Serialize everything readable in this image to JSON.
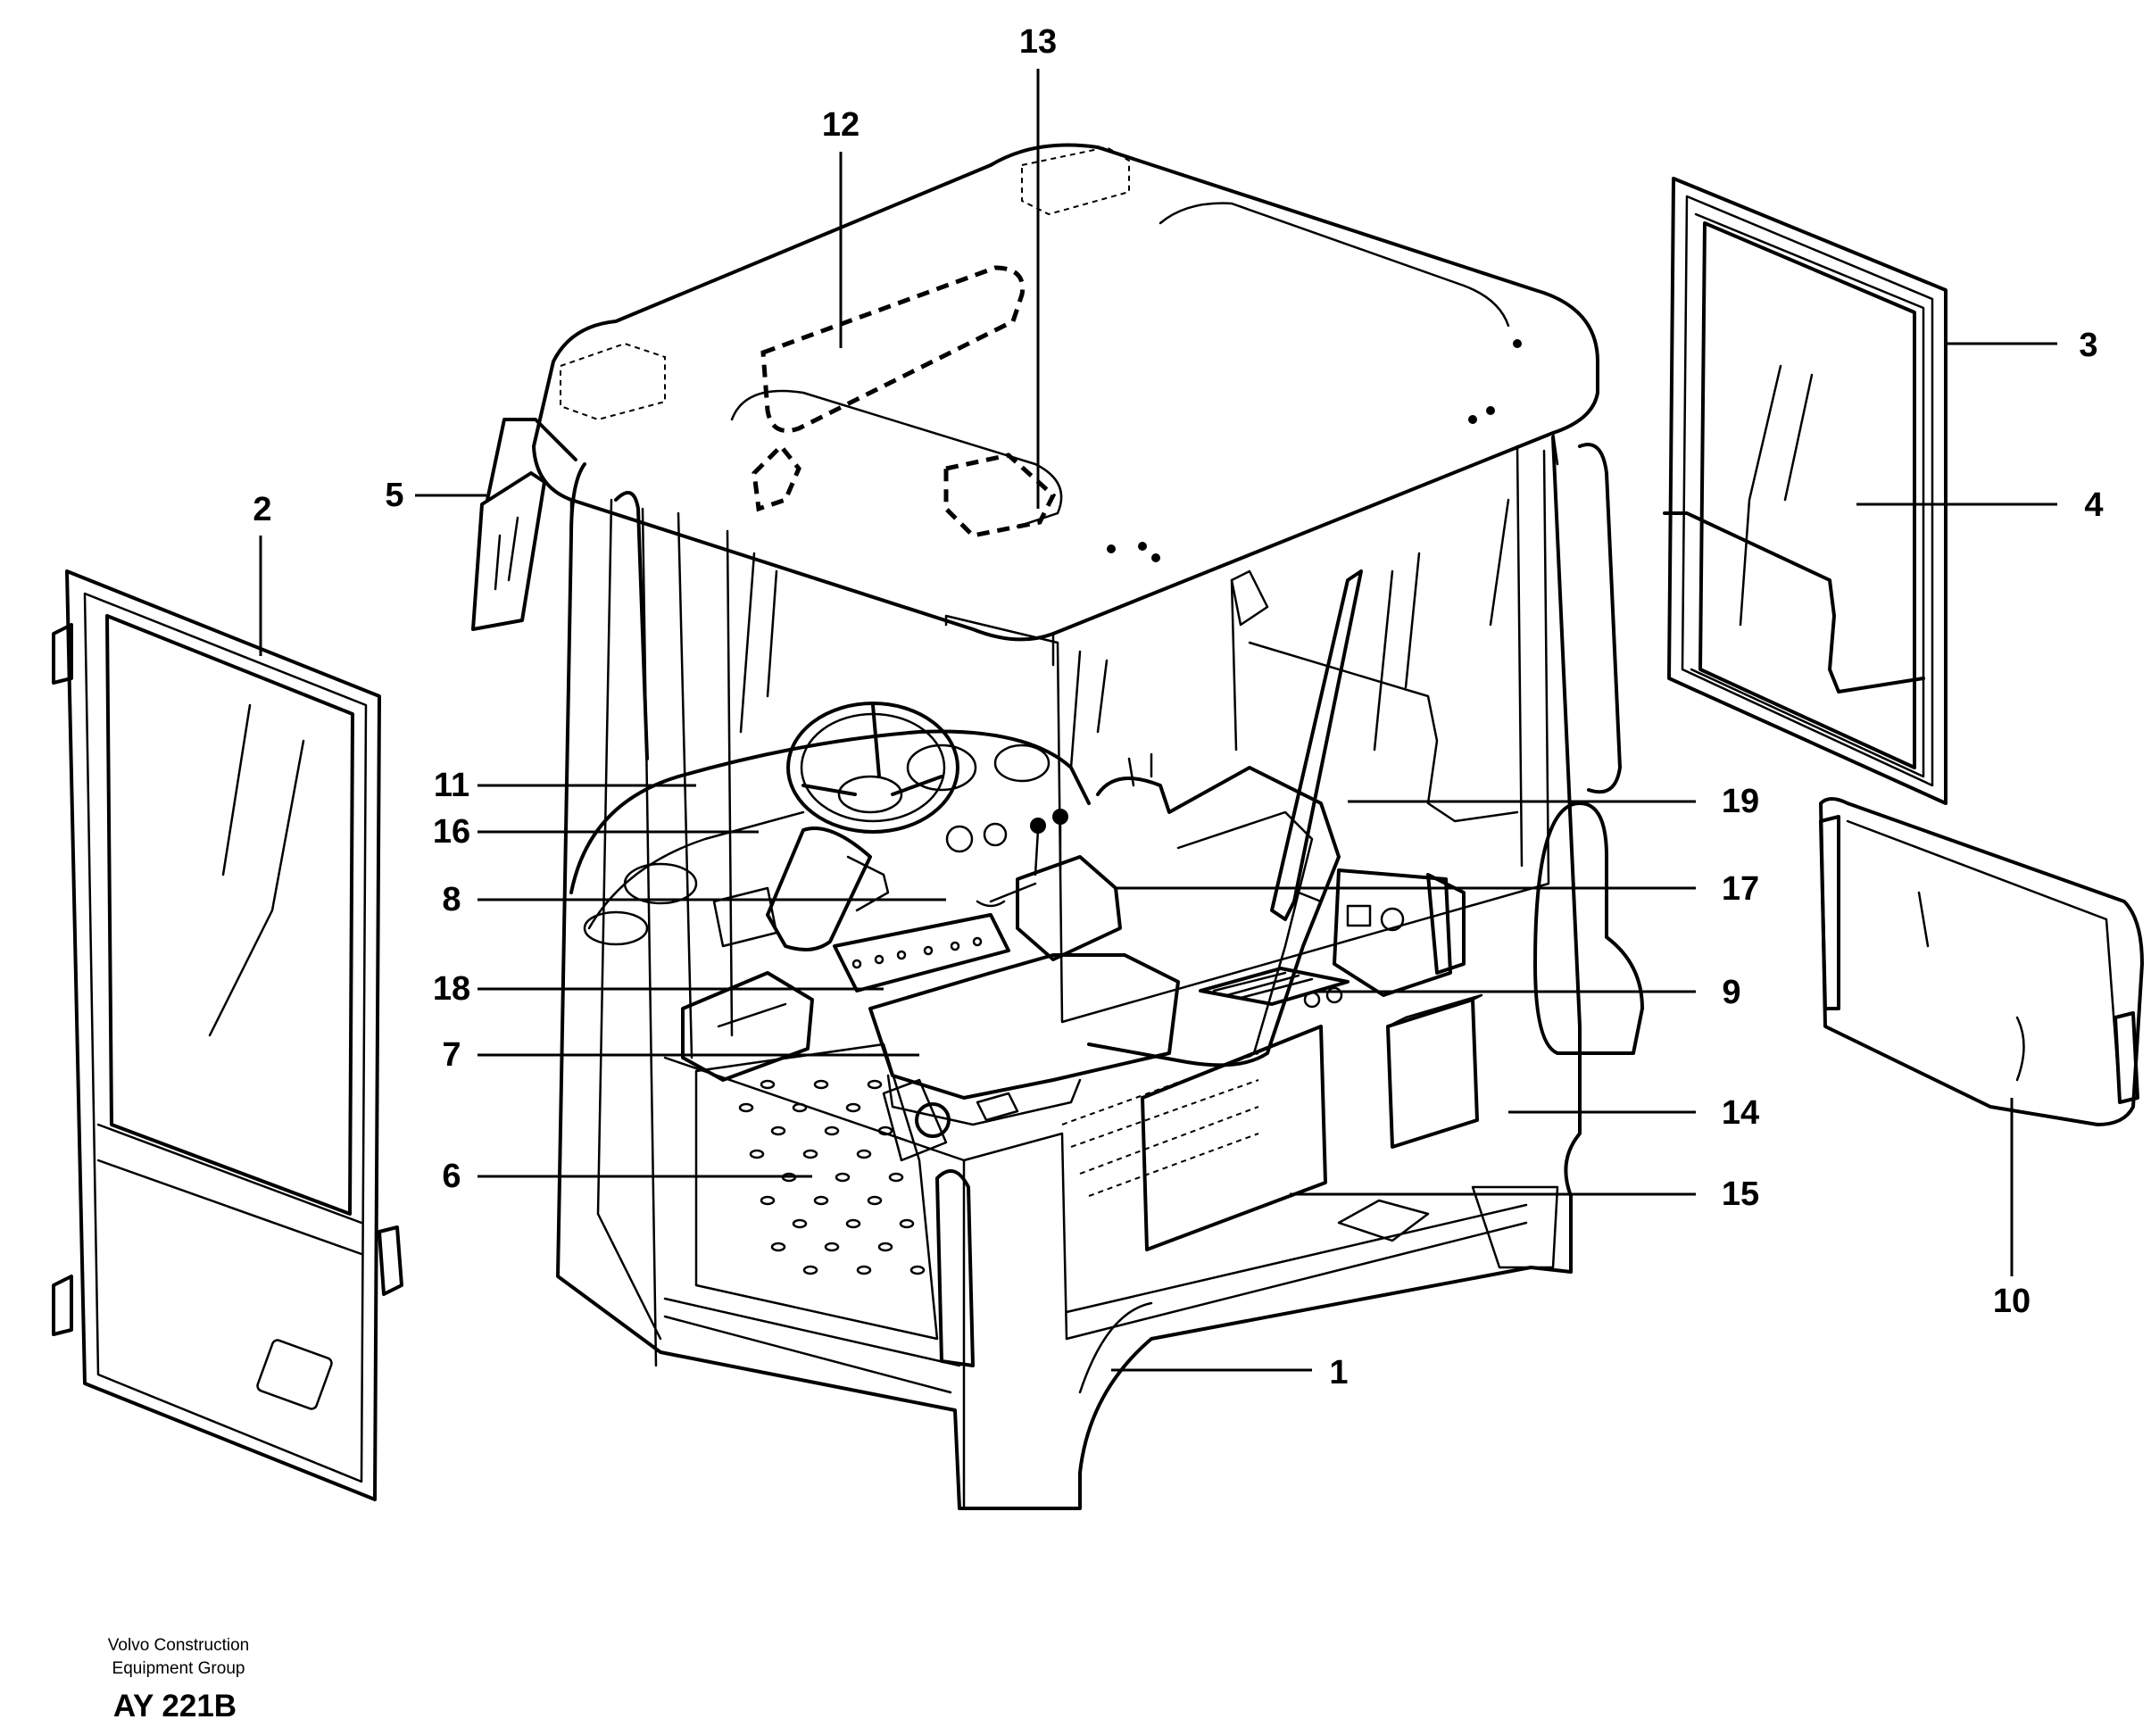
{
  "diagram": {
    "callouts": [
      {
        "id": "1",
        "text": "1"
      },
      {
        "id": "2",
        "text": "2"
      },
      {
        "id": "3",
        "text": "3"
      },
      {
        "id": "4",
        "text": "4"
      },
      {
        "id": "5",
        "text": "5"
      },
      {
        "id": "6",
        "text": "6"
      },
      {
        "id": "7",
        "text": "7"
      },
      {
        "id": "8",
        "text": "8"
      },
      {
        "id": "9",
        "text": "9"
      },
      {
        "id": "10",
        "text": "10"
      },
      {
        "id": "11",
        "text": "11"
      },
      {
        "id": "12",
        "text": "12"
      },
      {
        "id": "13",
        "text": "13"
      },
      {
        "id": "14",
        "text": "14"
      },
      {
        "id": "15",
        "text": "15"
      },
      {
        "id": "16",
        "text": "16"
      },
      {
        "id": "17",
        "text": "17"
      },
      {
        "id": "18",
        "text": "18"
      },
      {
        "id": "19",
        "text": "19"
      }
    ]
  },
  "footer": {
    "company_line1": "Volvo Construction",
    "company_line2": "Equipment Group",
    "drawing_code": "AY 221B"
  }
}
